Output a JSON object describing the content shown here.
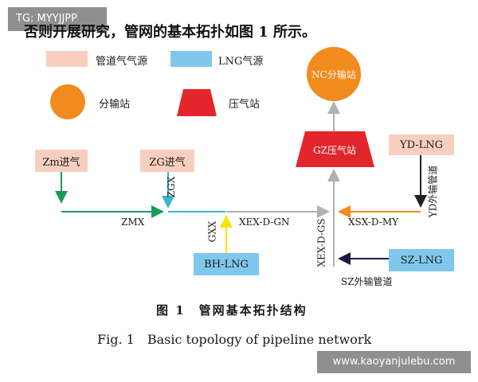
{
  "watermarks": {
    "top_left": "TG: MYYJJPP",
    "bottom_right": "www.kaoyanjulebu.com"
  },
  "cut_off_text": "否则开展研究，管网的基本拓扑如图 1 所示。",
  "legend": {
    "pipeline_gas_source": "管道气气源",
    "lng_gas_source": "LNG气源",
    "distribution_station": "分输站",
    "compressor_station": "压气站"
  },
  "nodes": {
    "zm_inlet": "Zm进气",
    "zg_inlet": "ZG进气",
    "yd_lng": "YD-LNG",
    "bh_lng": "BH-LNG",
    "sz_lng": "SZ-LNG",
    "gz_compressor": "GZ压气站",
    "nc_distribution": "NC分输站"
  },
  "edges": {
    "zmx": "ZMX",
    "zgx": "ZGX",
    "gxx": "GXX",
    "xex_d_gn": "XEX-D-GN",
    "xex_d_gs": "XEX-D-GS",
    "xsx_d_my": "XSX-D-MY",
    "yd_branch": "YD外输管道",
    "sz_branch": "SZ外输管道"
  },
  "colors": {
    "pipeline_source_fill": "#f8cfbf",
    "lng_source_fill": "#7fc8ec",
    "distribution_fill": "#f28b1e",
    "compressor_fill": "#e3262b",
    "zm_line": "#1a9a5a",
    "zg_line": "#36b6c7",
    "gxx_line": "#f2e600",
    "xex_gn_line": "#b0b0b0",
    "xsx_line": "#f28b1e",
    "yd_line": "#222222",
    "sz_line": "#1a1a40"
  },
  "caption": {
    "cn": "图 1　管网基本拓扑结构",
    "en": "Fig. 1　Basic topology of pipeline network"
  }
}
